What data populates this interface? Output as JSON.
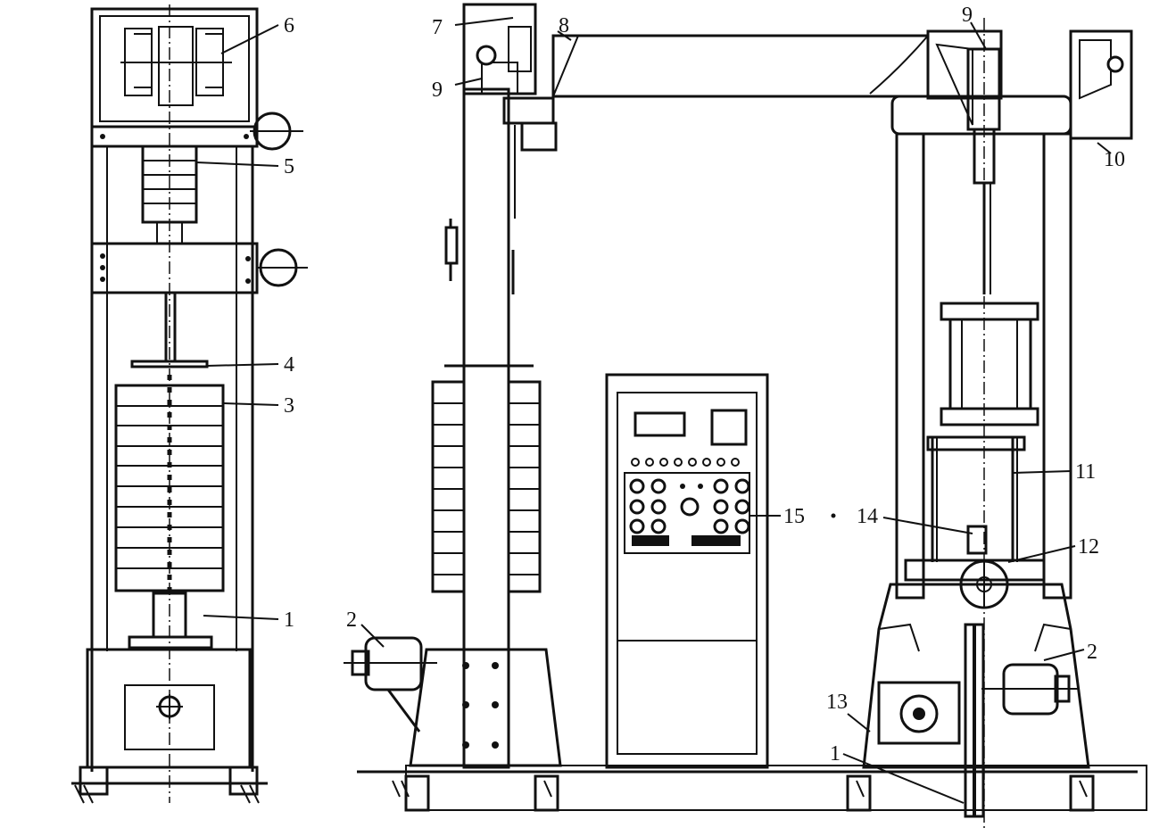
{
  "figure": {
    "callouts": [
      {
        "id": "label-1-left",
        "text": "1"
      },
      {
        "id": "label-3",
        "text": "3"
      },
      {
        "id": "label-4",
        "text": "4"
      },
      {
        "id": "label-5",
        "text": "5"
      },
      {
        "id": "label-6",
        "text": "6"
      },
      {
        "id": "label-2-left",
        "text": "2"
      },
      {
        "id": "label-7",
        "text": "7"
      },
      {
        "id": "label-8",
        "text": "8"
      },
      {
        "id": "label-9-left",
        "text": "9"
      },
      {
        "id": "label-15",
        "text": "15"
      },
      {
        "id": "label-9-right",
        "text": "9"
      },
      {
        "id": "label-10",
        "text": "10"
      },
      {
        "id": "label-11",
        "text": "11"
      },
      {
        "id": "label-12",
        "text": "12"
      },
      {
        "id": "label-14",
        "text": "14"
      },
      {
        "id": "label-2-right",
        "text": "2"
      },
      {
        "id": "label-13",
        "text": "13"
      },
      {
        "id": "label-1-right",
        "text": "1"
      }
    ]
  }
}
